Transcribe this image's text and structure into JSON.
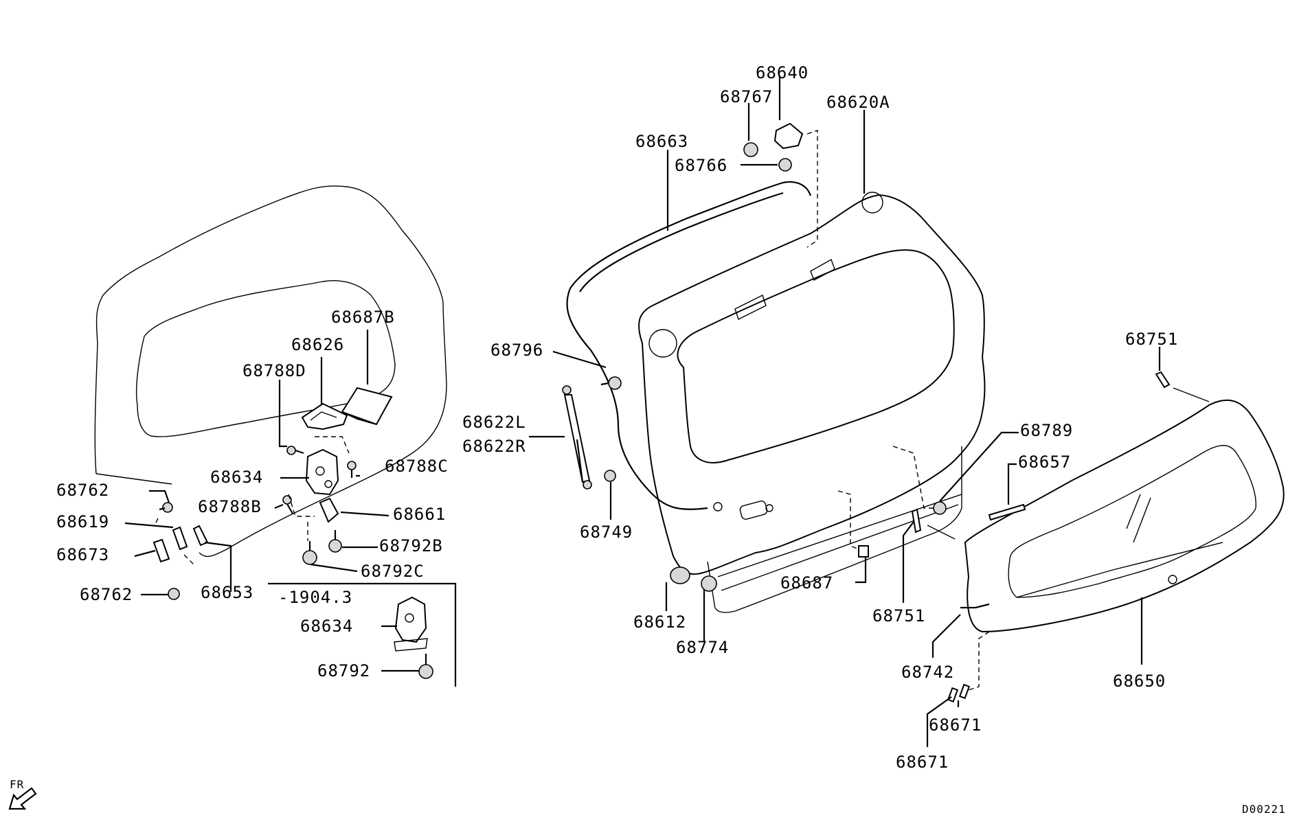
{
  "diagram": {
    "part_labels": [
      "68640",
      "68767",
      "68620A",
      "68663",
      "68766",
      "68687B",
      "68626",
      "68788D",
      "68796",
      "68751",
      "68622L",
      "68622R",
      "68789",
      "68657",
      "68788C",
      "68634",
      "68762",
      "68788B",
      "68661",
      "68619",
      "68792B",
      "68673",
      "68749",
      "68653",
      "68792C",
      "68762",
      "68612",
      "68687",
      "68751",
      "68774",
      "68634",
      "68742",
      "68650",
      "68792",
      "68671",
      "68671"
    ],
    "range_note": "-1904.3",
    "orientation_label": "FR",
    "sheet_code": "D00221"
  }
}
